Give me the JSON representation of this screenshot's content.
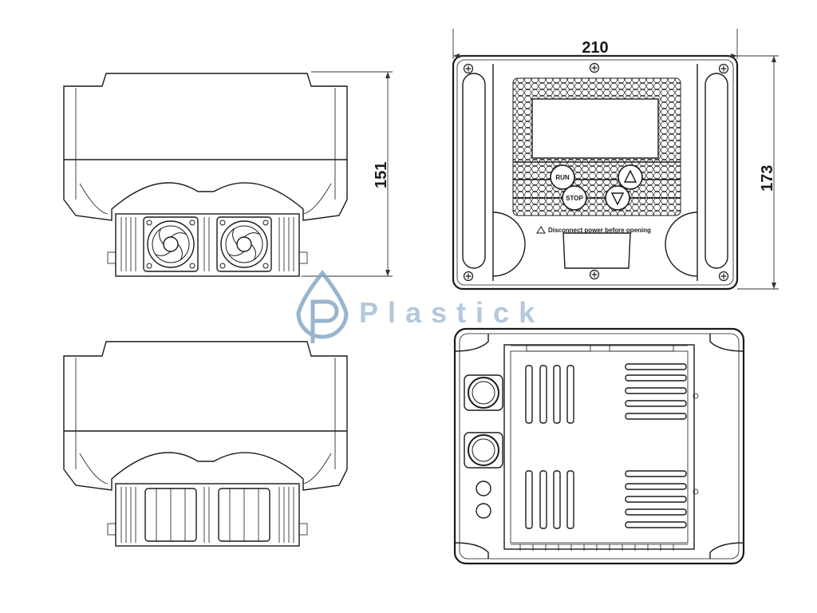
{
  "dimensions": {
    "width": "210",
    "depth": "151",
    "height": "173"
  },
  "keypad": {
    "run": "RUN",
    "stop": "STOP"
  },
  "warning_text": "Disconnect power before opening",
  "watermark": "Plastick",
  "colors": {
    "line": "#1a1a1a",
    "watermark": "#7fa3c4"
  },
  "icons": [
    "up-arrow-icon",
    "down-arrow-icon",
    "fan-icon",
    "warning-triangle-icon",
    "screw-icon",
    "drop-logo-icon"
  ]
}
